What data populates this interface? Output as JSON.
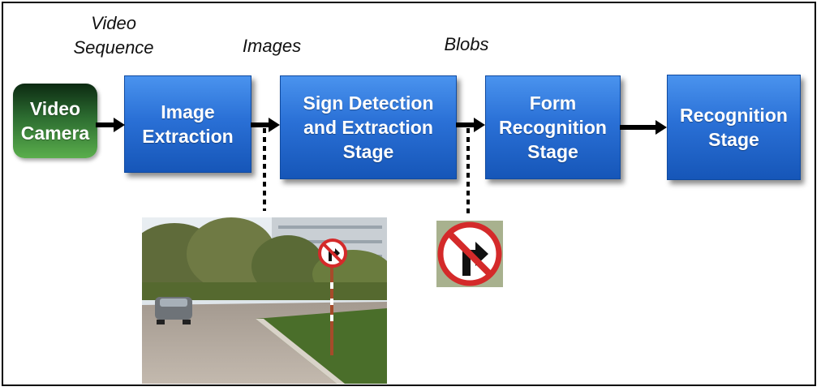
{
  "labels": {
    "video_sequence_line1": "Video",
    "video_sequence_line2": "Sequence",
    "images": "Images",
    "blobs": "Blobs"
  },
  "boxes": {
    "video_camera": [
      "Video",
      "Camera"
    ],
    "image_extraction": [
      "Image",
      "Extraction"
    ],
    "sign_detection": [
      "Sign Detection",
      "and Extraction",
      "Stage"
    ],
    "form_recognition": [
      "Form",
      "Recognition",
      "Stage"
    ],
    "recognition_stage": [
      "Recognition",
      "Stage"
    ]
  },
  "colors": {
    "box_blue": "#2a70d6",
    "camera_green": "#2c6c30",
    "sign_red": "#d42a2a",
    "arrow": "#000000"
  }
}
